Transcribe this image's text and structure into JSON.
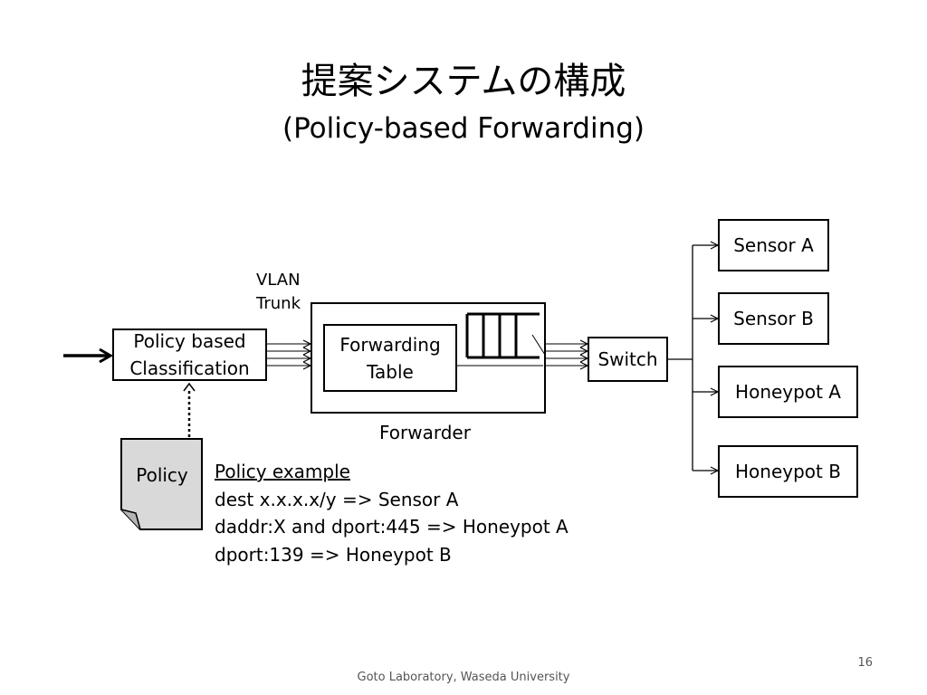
{
  "slide": {
    "title": "提案システムの構成",
    "subtitle": "(Policy-based Forwarding)",
    "footer": "Goto Laboratory, Waseda University",
    "page_number": "16"
  },
  "diagram": {
    "classifier": {
      "line1": "Policy based",
      "line2": "Classification"
    },
    "vlan_label": {
      "line1": "VLAN",
      "line2": "Trunk"
    },
    "forwarder_label": "Forwarder",
    "forwarding_table": {
      "line1": "Forwarding",
      "line2": "Table"
    },
    "switch_label": "Switch",
    "destinations": [
      "Sensor A",
      "Sensor B",
      "Honeypot A",
      "Honeypot B"
    ],
    "policy_doc_label": "Policy"
  },
  "policy_example": {
    "heading": "Policy example",
    "lines": [
      "dest x.x.x.x/y => Sensor A",
      "daddr:X and dport:445 => Honeypot A",
      "dport:139 => Honeypot B"
    ]
  },
  "colors": {
    "policy_doc_fill": "#d9d9d9",
    "line": "#000000",
    "footer_text": "#555555"
  }
}
